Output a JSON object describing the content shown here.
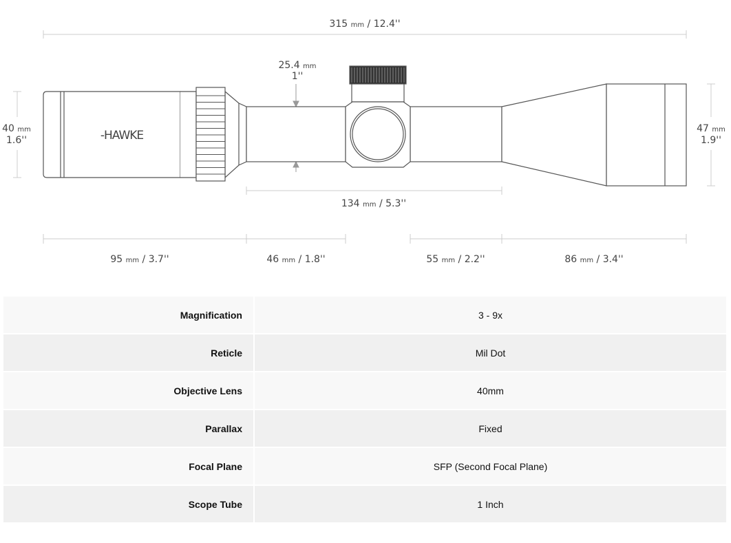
{
  "brand": "HAWKE",
  "dimensions": {
    "total_length": {
      "mm": "315",
      "unit": "mm",
      "inch": "/ 12.4''"
    },
    "eyepiece_diameter": {
      "mm": "40",
      "unit": "mm",
      "inch": "1.6''"
    },
    "objective_diameter": {
      "mm": "47",
      "unit": "mm",
      "inch": "1.9''"
    },
    "tube_diameter": {
      "mm": "25.4",
      "unit": "mm",
      "inch": "1''"
    },
    "mounting_length": {
      "mm": "134",
      "unit": "mm",
      "inch": "/ 5.3''"
    },
    "segments": [
      {
        "mm": "95",
        "unit": "mm",
        "inch": "/ 3.7''"
      },
      {
        "mm": "46",
        "unit": "mm",
        "inch": "/ 1.8''"
      },
      {
        "mm": "55",
        "unit": "mm",
        "inch": "/ 2.2''"
      },
      {
        "mm": "86",
        "unit": "mm",
        "inch": "/ 3.4''"
      }
    ]
  },
  "specs": [
    {
      "label": "Magnification",
      "value": "3 - 9x"
    },
    {
      "label": "Reticle",
      "value": "Mil Dot"
    },
    {
      "label": "Objective Lens",
      "value": "40mm"
    },
    {
      "label": "Parallax",
      "value": "Fixed"
    },
    {
      "label": "Focal Plane",
      "value": "SFP (Second Focal Plane)"
    },
    {
      "label": "Scope Tube",
      "value": "1 Inch"
    }
  ]
}
